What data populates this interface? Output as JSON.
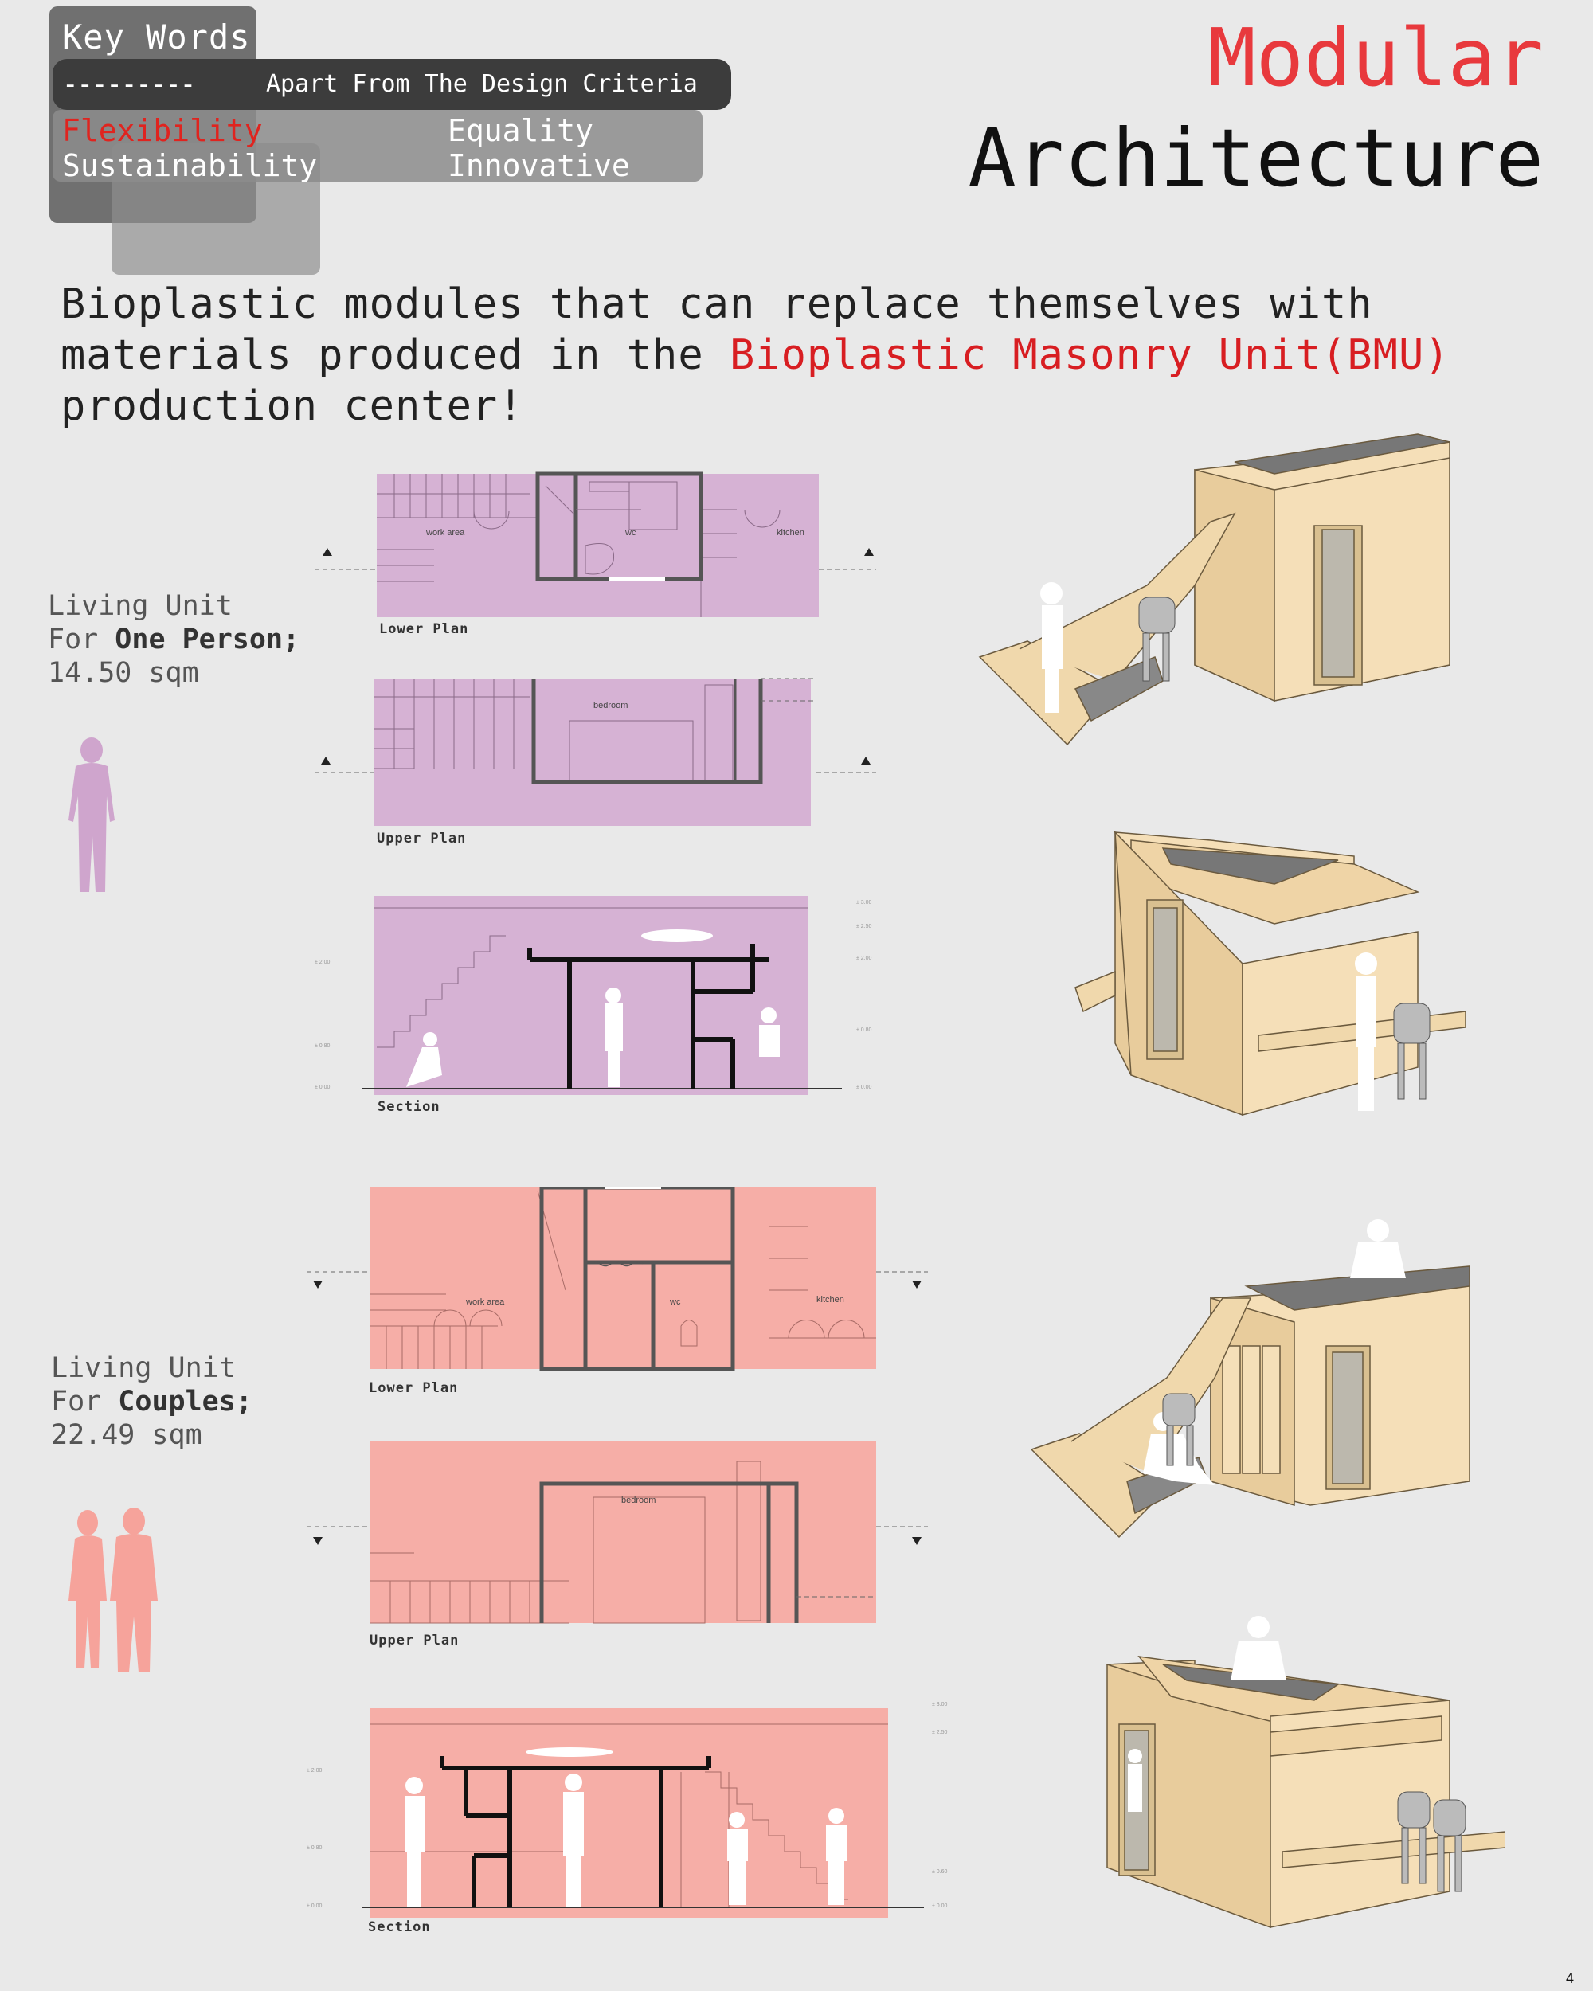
{
  "header": {
    "keywords_title": "Key Words",
    "dashes": "---------",
    "subtitle": "Apart From The Design Criteria",
    "keywords": [
      "Flexibility",
      "Equality",
      "Sustainability",
      "Innovative"
    ],
    "title_line1": "Modular",
    "title_line2": "Architecture"
  },
  "intro": {
    "part1": "Bioplastic modules that can replace themselves with materials produced in the ",
    "highlight": "Bioplastic Masonry Unit(BMU)",
    "part2": " production center!"
  },
  "unit_one": {
    "line1": "Living Unit",
    "line2_prefix": "For ",
    "line2_bold": "One Person;",
    "area": "14.50 sqm",
    "color": "#d6b2d4",
    "lower_plan": "Lower Plan",
    "upper_plan": "Upper Plan",
    "section": "Section",
    "rooms": {
      "work": "work area",
      "wc": "wc",
      "kitchen": "kitchen",
      "bedroom": "bedroom"
    }
  },
  "unit_couples": {
    "line1": "Living Unit",
    "line2_prefix": "For ",
    "line2_bold": "Couples;",
    "area": "22.49 sqm",
    "color": "#f6aea7",
    "lower_plan": "Lower Plan",
    "upper_plan": "Upper Plan",
    "section": "Section",
    "rooms": {
      "work": "work area",
      "wc": "wc",
      "kitchen": "kitchen",
      "bedroom": "bedroom"
    }
  },
  "page_number": "4"
}
